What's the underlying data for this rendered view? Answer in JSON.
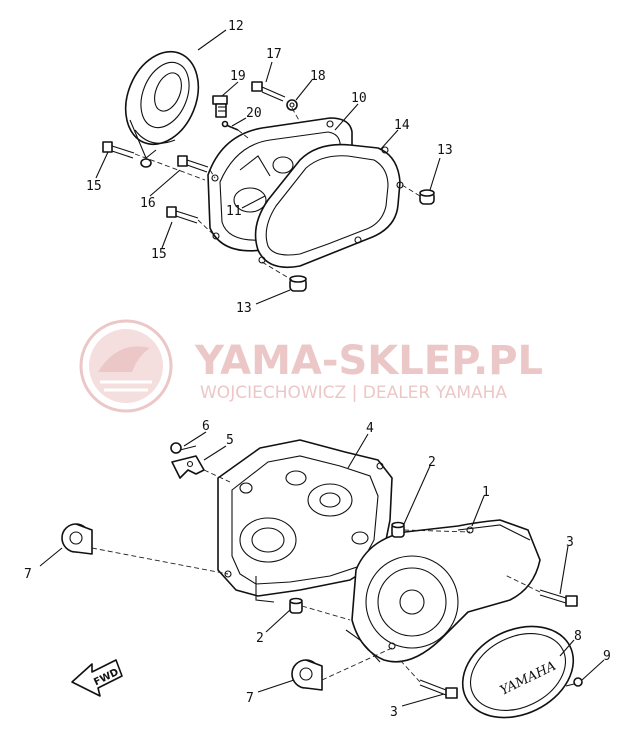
{
  "watermark": {
    "title": "YAMA-SKLEP.PL",
    "subtitle": "WOJCIECHOWICZ | DEALER YAMAHA",
    "color": "#e8b4b4"
  },
  "fwd_label": "FWD",
  "cover_text": "YAMAHA",
  "callouts": {
    "c1": "1",
    "c2a": "2",
    "c2b": "2",
    "c3a": "3",
    "c3b": "3",
    "c4": "4",
    "c5": "5",
    "c6": "6",
    "c7a": "7",
    "c7b": "7",
    "c8": "8",
    "c9": "9",
    "c10": "10",
    "c11": "11",
    "c12": "12",
    "c13a": "13",
    "c13b": "13",
    "c14": "14",
    "c15a": "15",
    "c15b": "15",
    "c16": "16",
    "c17": "17",
    "c18": "18",
    "c19": "19",
    "c20": "20"
  }
}
